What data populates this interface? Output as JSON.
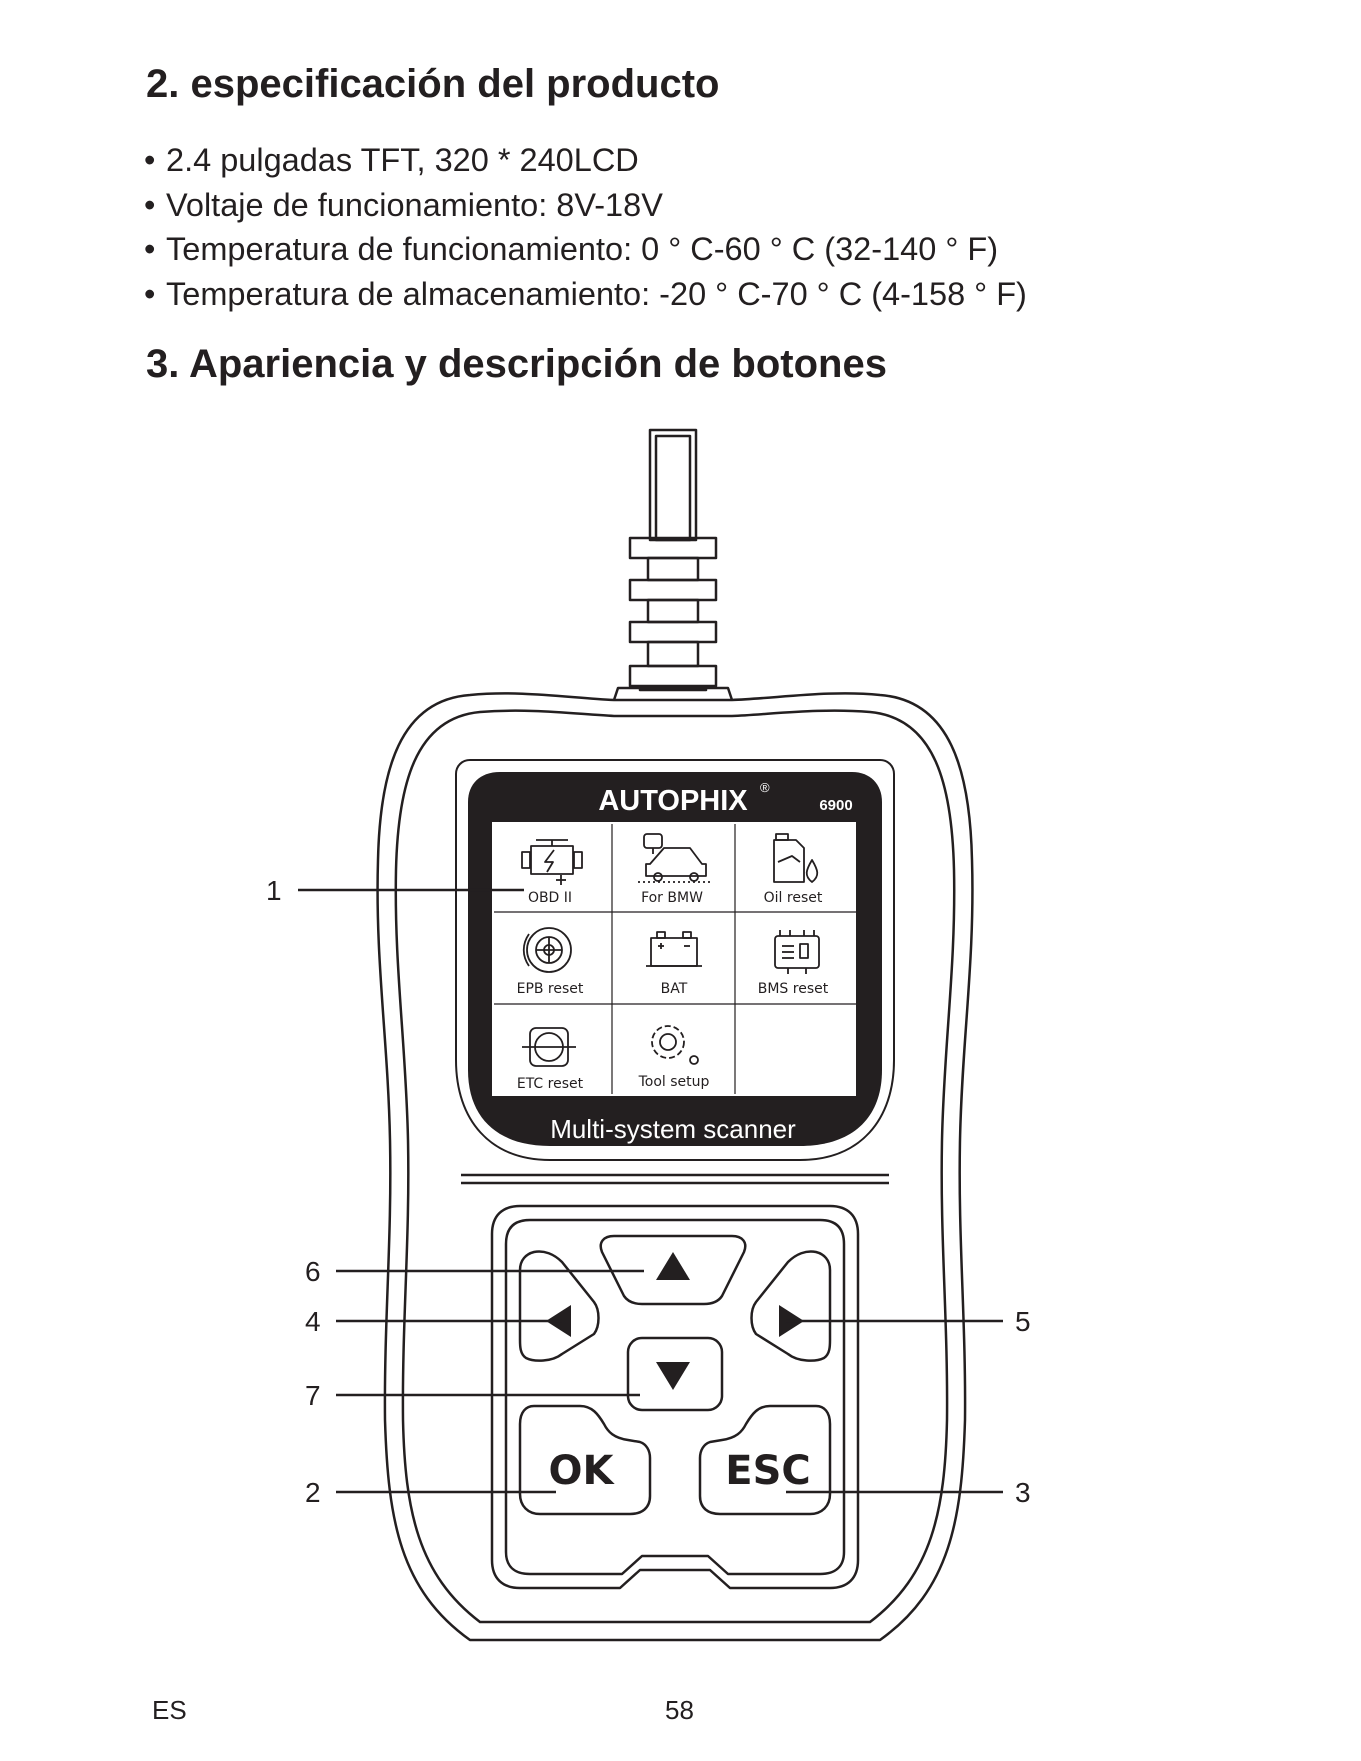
{
  "section2": {
    "title": "2. especificación del producto",
    "specs": [
      "2.4 pulgadas TFT, 320 * 240LCD",
      "Voltaje de funcionamiento: 8V-18V",
      "Temperatura de funcionamiento: 0 ° C-60 ° C (32-140 ° F)",
      "Temperatura de almacenamiento: -20 ° C-70 ° C (4-158 ° F)"
    ]
  },
  "section3": {
    "title": "3. Apariencia y descripción de botones"
  },
  "device": {
    "brand": "AUTOPHIX",
    "registered": "®",
    "model": "6900",
    "subtitle": "Multi-system scanner",
    "menu": [
      {
        "label": "OBD II",
        "icon": "engine-icon"
      },
      {
        "label": "For BMW",
        "icon": "car-info-icon"
      },
      {
        "label": "Oil reset",
        "icon": "oil-can-icon"
      },
      {
        "label": "EPB reset",
        "icon": "brake-disc-icon"
      },
      {
        "label": "BAT",
        "icon": "battery-icon"
      },
      {
        "label": "BMS reset",
        "icon": "battery-module-icon"
      },
      {
        "label": "ETC reset",
        "icon": "throttle-icon"
      },
      {
        "label": "Tool setup",
        "icon": "gear-icon"
      }
    ],
    "buttons": {
      "ok": "OK",
      "esc": "ESC"
    }
  },
  "callouts": [
    "1",
    "2",
    "3",
    "4",
    "5",
    "6",
    "7"
  ],
  "footer": {
    "lang": "ES",
    "page": "58"
  }
}
